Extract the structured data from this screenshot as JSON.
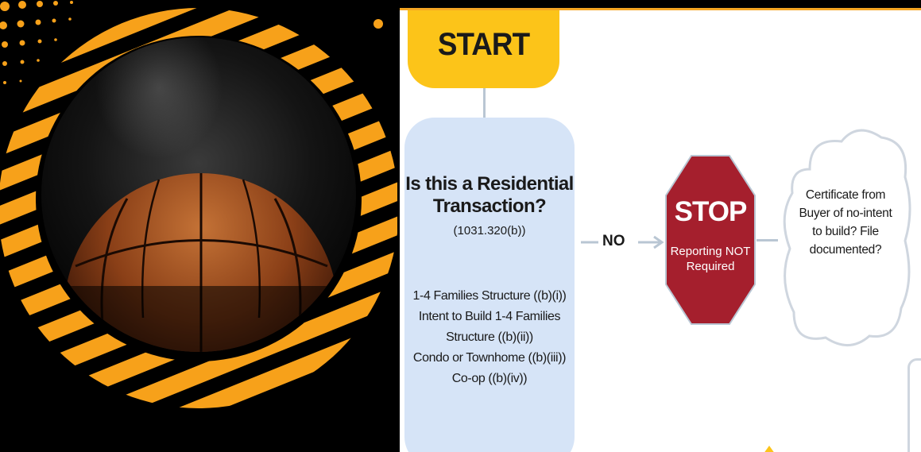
{
  "colors": {
    "background": "#000000",
    "orange": "#f7a11a",
    "start_yellow": "#fcc419",
    "question_blue": "#d6e4f7",
    "stop_red": "#a51f2d",
    "connector": "#b9c6d3"
  },
  "flowchart": {
    "start_label": "START",
    "question": {
      "title_line1": "Is this a Residential",
      "title_line2": "Transaction?",
      "code": "(1031.320(b))",
      "items": [
        "1-4 Families Structure ((b)(i))",
        "Intent to Build 1-4 Families",
        "Structure ((b)(ii))",
        "Condo or Townhome ((b)(iii))",
        "Co-op ((b)(iv))"
      ]
    },
    "edge_label": "NO",
    "stop": {
      "title": "STOP",
      "subtitle_line1": "Reporting NOT",
      "subtitle_line2": "Required"
    },
    "cloud": {
      "lines": [
        "Certificate from",
        "Buyer of no-intent",
        "to build? File",
        "documented?"
      ]
    }
  },
  "left_graphic": {
    "subject": "basketball-icon"
  }
}
